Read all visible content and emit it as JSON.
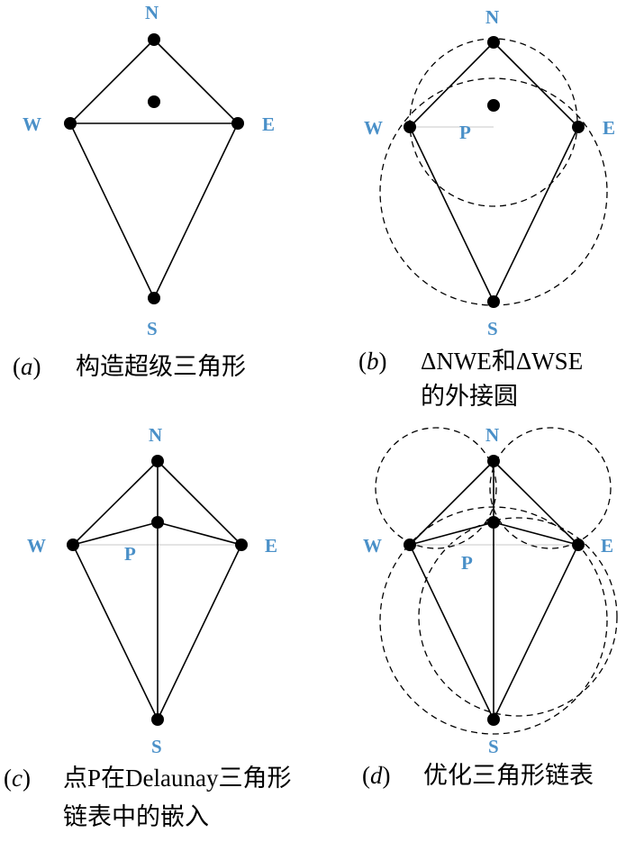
{
  "colors": {
    "label": "#4a90c8",
    "line": "#000000"
  },
  "node_labels": {
    "n": "N",
    "w": "W",
    "e": "E",
    "s": "S",
    "p": "P"
  },
  "panels": [
    {
      "id": "a",
      "tag": "a",
      "caption": [
        "构造超级三角形"
      ]
    },
    {
      "id": "b",
      "tag": "b",
      "caption": [
        "ΔNWE和ΔWSE",
        "的外接圆"
      ]
    },
    {
      "id": "c",
      "tag": "c",
      "caption": [
        "点P在Delaunay三角形",
        "链表中的嵌入"
      ]
    },
    {
      "id": "d",
      "tag": "d",
      "caption": [
        "优化三角形链表"
      ]
    }
  ]
}
